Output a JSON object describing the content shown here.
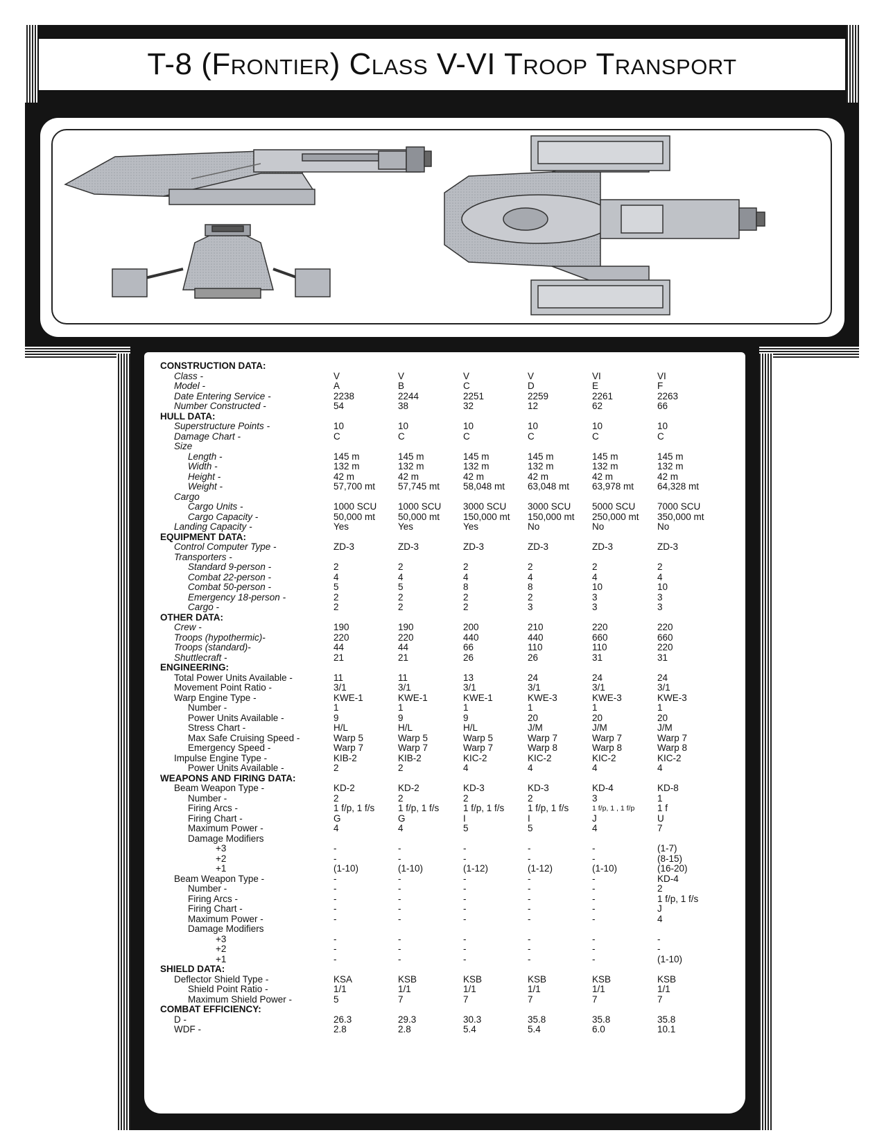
{
  "title": "T-8 (Frontier) Class V-VI Troop Transport",
  "sections": [
    {
      "heading": "CONSTRUCTION DATA:",
      "rows": [
        {
          "label": "Class -",
          "indent": 1,
          "italic": true,
          "values": [
            "V",
            "V",
            "V",
            "V",
            "VI",
            "VI"
          ]
        },
        {
          "label": "Model -",
          "indent": 1,
          "italic": true,
          "values": [
            "A",
            "B",
            "C",
            "D",
            "E",
            "F"
          ]
        },
        {
          "label": "Date Entering Service -",
          "indent": 1,
          "italic": true,
          "values": [
            "2238",
            "2244",
            "2251",
            "2259",
            "2261",
            "2263"
          ]
        },
        {
          "label": "Number Constructed -",
          "indent": 1,
          "italic": true,
          "values": [
            "54",
            "38",
            "32",
            "12",
            "62",
            "66"
          ]
        }
      ]
    },
    {
      "heading": "HULL DATA:",
      "rows": [
        {
          "label": "Superstructure Points -",
          "indent": 1,
          "italic": true,
          "values": [
            "10",
            "10",
            "10",
            "10",
            "10",
            "10"
          ]
        },
        {
          "label": "Damage Chart -",
          "indent": 1,
          "italic": true,
          "values": [
            "C",
            "C",
            "C",
            "C",
            "C",
            "C"
          ]
        },
        {
          "label": "Size",
          "indent": 1,
          "italic": true,
          "values": []
        },
        {
          "label": "Length -",
          "indent": 2,
          "italic": true,
          "values": [
            "145 m",
            "145 m",
            "145 m",
            "145 m",
            "145 m",
            "145 m"
          ]
        },
        {
          "label": "Width -",
          "indent": 2,
          "italic": true,
          "values": [
            "132 m",
            "132 m",
            "132 m",
            "132 m",
            "132 m",
            "132 m"
          ]
        },
        {
          "label": "Height -",
          "indent": 2,
          "italic": true,
          "values": [
            "42 m",
            "42 m",
            "42 m",
            "42 m",
            "42 m",
            "42 m"
          ]
        },
        {
          "label": "Weight -",
          "indent": 2,
          "italic": true,
          "values": [
            "57,700 mt",
            "57,745 mt",
            "58,048 mt",
            "63,048 mt",
            "63,978 mt",
            "64,328 mt"
          ]
        },
        {
          "label": "Cargo",
          "indent": 1,
          "italic": true,
          "values": []
        },
        {
          "label": "Cargo Units -",
          "indent": 2,
          "italic": true,
          "values": [
            "1000 SCU",
            "1000 SCU",
            "3000 SCU",
            "3000 SCU",
            "5000 SCU",
            "7000 SCU"
          ]
        },
        {
          "label": "Cargo Capacity -",
          "indent": 2,
          "italic": true,
          "values": [
            "50,000 mt",
            "50,000 mt",
            "150,000 mt",
            "150,000 mt",
            "250,000 mt",
            "350,000 mt"
          ]
        },
        {
          "label": "Landing Capacity -",
          "indent": 1,
          "italic": true,
          "values": [
            "Yes",
            "Yes",
            "Yes",
            "No",
            "No",
            "No"
          ]
        }
      ]
    },
    {
      "heading": "EQUIPMENT DATA:",
      "rows": [
        {
          "label": "Control Computer Type -",
          "indent": 1,
          "italic": true,
          "values": [
            "ZD-3",
            "ZD-3",
            "ZD-3",
            "ZD-3",
            "ZD-3",
            "ZD-3"
          ]
        },
        {
          "label": "Transporters -",
          "indent": 1,
          "italic": true,
          "values": []
        },
        {
          "label": "Standard 9-person -",
          "indent": 2,
          "italic": true,
          "values": [
            "2",
            "2",
            "2",
            "2",
            "2",
            "2"
          ]
        },
        {
          "label": "Combat 22-person -",
          "indent": 2,
          "italic": true,
          "values": [
            "4",
            "4",
            "4",
            "4",
            "4",
            "4"
          ]
        },
        {
          "label": "Combat 50-person -",
          "indent": 2,
          "italic": true,
          "values": [
            "5",
            "5",
            "8",
            "8",
            "10",
            "10"
          ]
        },
        {
          "label": "Emergency 18-person -",
          "indent": 2,
          "italic": true,
          "values": [
            "2",
            "2",
            "2",
            "2",
            "3",
            "3"
          ]
        },
        {
          "label": "Cargo -",
          "indent": 2,
          "italic": true,
          "values": [
            "2",
            "2",
            "2",
            "3",
            "3",
            "3"
          ]
        }
      ]
    },
    {
      "heading": "OTHER DATA:",
      "rows": [
        {
          "label": "Crew -",
          "indent": 1,
          "italic": true,
          "values": [
            "190",
            "190",
            "200",
            "210",
            "220",
            "220"
          ]
        },
        {
          "label": "Troops (hypothermic)-",
          "indent": 1,
          "italic": true,
          "values": [
            "220",
            "220",
            "440",
            "440",
            "660",
            "660"
          ]
        },
        {
          "label": "Troops (standard)-",
          "indent": 1,
          "italic": true,
          "values": [
            "44",
            "44",
            "66",
            "110",
            "110",
            "220"
          ]
        },
        {
          "label": "Shuttlecraft -",
          "indent": 1,
          "italic": true,
          "values": [
            "21",
            "21",
            "26",
            "26",
            "31",
            "31"
          ]
        }
      ]
    },
    {
      "heading": "ENGINEERING:",
      "rows": [
        {
          "label": "Total Power Units Available -",
          "indent": 1,
          "italic": false,
          "values": [
            "11",
            "11",
            "13",
            "24",
            "24",
            "24"
          ]
        },
        {
          "label": "Movement Point Ratio -",
          "indent": 1,
          "italic": false,
          "values": [
            "3/1",
            "3/1",
            "3/1",
            "3/1",
            "3/1",
            "3/1"
          ]
        },
        {
          "label": "Warp Engine Type -",
          "indent": 1,
          "italic": false,
          "values": [
            "KWE-1",
            "KWE-1",
            "KWE-1",
            "KWE-3",
            "KWE-3",
            "KWE-3"
          ]
        },
        {
          "label": "Number -",
          "indent": 2,
          "italic": false,
          "values": [
            "1",
            "1",
            "1",
            "1",
            "1",
            "1"
          ]
        },
        {
          "label": "Power Units Available -",
          "indent": 2,
          "italic": false,
          "values": [
            "9",
            "9",
            "9",
            "20",
            "20",
            "20"
          ]
        },
        {
          "label": "Stress Chart -",
          "indent": 2,
          "italic": false,
          "values": [
            "H/L",
            "H/L",
            "H/L",
            "J/M",
            "J/M",
            "J/M"
          ]
        },
        {
          "label": "Max Safe Cruising Speed -",
          "indent": 2,
          "italic": false,
          "values": [
            "Warp 5",
            "Warp 5",
            "Warp 5",
            "Warp 7",
            "Warp 7",
            "Warp 7"
          ]
        },
        {
          "label": "Emergency Speed -",
          "indent": 2,
          "italic": false,
          "values": [
            "Warp 7",
            "Warp 7",
            "Warp 7",
            "Warp 8",
            "Warp 8",
            "Warp 8"
          ]
        },
        {
          "label": "Impulse Engine Type -",
          "indent": 1,
          "italic": false,
          "values": [
            "KIB-2",
            "KIB-2",
            "KIC-2",
            "KIC-2",
            "KIC-2",
            "KIC-2"
          ]
        },
        {
          "label": "Power Units Available -",
          "indent": 2,
          "italic": false,
          "values": [
            "2",
            "2",
            "4",
            "4",
            "4",
            "4"
          ]
        }
      ]
    },
    {
      "heading": "WEAPONS AND FIRING DATA:",
      "rows": [
        {
          "label": "Beam Weapon Type -",
          "indent": 1,
          "italic": false,
          "values": [
            "KD-2",
            "KD-2",
            "KD-3",
            "KD-3",
            "KD-4",
            "KD-8"
          ]
        },
        {
          "label": "Number -",
          "indent": 2,
          "italic": false,
          "values": [
            "2",
            "2",
            "2",
            "2",
            "3",
            "1"
          ]
        },
        {
          "label": "Firing Arcs -",
          "indent": 2,
          "italic": false,
          "values": [
            "1 f/p, 1 f/s",
            "1 f/p, 1 f/s",
            "1 f/p, 1 f/s",
            "1 f/p, 1 f/s",
            "1 f/p, 1 , 1 f/p",
            "1 f"
          ]
        },
        {
          "label": "Firing Chart -",
          "indent": 2,
          "italic": false,
          "values": [
            "G",
            "G",
            "I",
            "I",
            "J",
            "U"
          ]
        },
        {
          "label": "Maximum Power -",
          "indent": 2,
          "italic": false,
          "values": [
            "4",
            "4",
            "5",
            "5",
            "4",
            "7"
          ]
        },
        {
          "label": "Damage Modifiers",
          "indent": 2,
          "italic": false,
          "values": []
        },
        {
          "label": "+3",
          "indent": 3,
          "italic": false,
          "values": [
            "-",
            "-",
            "-",
            "-",
            "-",
            "(1-7)"
          ]
        },
        {
          "label": "+2",
          "indent": 3,
          "italic": false,
          "values": [
            "-",
            "-",
            "-",
            "-",
            "-",
            "(8-15)"
          ]
        },
        {
          "label": "+1",
          "indent": 3,
          "italic": false,
          "values": [
            "(1-10)",
            "(1-10)",
            "(1-12)",
            "(1-12)",
            "(1-10)",
            "(16-20)"
          ]
        },
        {
          "label": "Beam Weapon Type -",
          "indent": 1,
          "italic": false,
          "values": [
            "-",
            "-",
            "-",
            "-",
            "-",
            "KD-4"
          ]
        },
        {
          "label": "Number -",
          "indent": 2,
          "italic": false,
          "values": [
            "-",
            "-",
            "-",
            "-",
            "-",
            "2"
          ]
        },
        {
          "label": "Firing Arcs -",
          "indent": 2,
          "italic": false,
          "values": [
            "-",
            "-",
            "-",
            "-",
            "-",
            "1 f/p, 1 f/s"
          ]
        },
        {
          "label": "Firing Chart -",
          "indent": 2,
          "italic": false,
          "values": [
            "-",
            "-",
            "-",
            "-",
            "-",
            "J"
          ]
        },
        {
          "label": "Maximum Power -",
          "indent": 2,
          "italic": false,
          "values": [
            "-",
            "-",
            "-",
            "-",
            "-",
            "4"
          ]
        },
        {
          "label": "Damage Modifiers",
          "indent": 2,
          "italic": false,
          "values": []
        },
        {
          "label": "+3",
          "indent": 3,
          "italic": false,
          "values": [
            "-",
            "-",
            "-",
            "-",
            "-",
            "-"
          ]
        },
        {
          "label": "+2",
          "indent": 3,
          "italic": false,
          "values": [
            "-",
            "-",
            "-",
            "-",
            "-",
            "-"
          ]
        },
        {
          "label": "+1",
          "indent": 3,
          "italic": false,
          "values": [
            "-",
            "-",
            "-",
            "-",
            "-",
            "(1-10)"
          ]
        }
      ]
    },
    {
      "heading": "SHIELD DATA:",
      "rows": [
        {
          "label": "Deflector Shield Type -",
          "indent": 1,
          "italic": false,
          "values": [
            "KSA",
            "KSB",
            "KSB",
            "KSB",
            "KSB",
            "KSB"
          ]
        },
        {
          "label": "Shield Point Ratio -",
          "indent": 2,
          "italic": false,
          "values": [
            "1/1",
            "1/1",
            "1/1",
            "1/1",
            "1/1",
            "1/1"
          ]
        },
        {
          "label": "Maximum Shield Power -",
          "indent": 2,
          "italic": false,
          "values": [
            "5",
            "7",
            "7",
            "7",
            "7",
            "7"
          ]
        }
      ]
    },
    {
      "heading": "COMBAT EFFICIENCY:",
      "rows": [
        {
          "label": "D -",
          "indent": 1,
          "italic": false,
          "values": [
            "26.3",
            "29.3",
            "30.3",
            "35.8",
            "35.8",
            "35.8"
          ]
        },
        {
          "label": "WDF -",
          "indent": 1,
          "italic": false,
          "values": [
            "2.8",
            "2.8",
            "5.4",
            "5.4",
            "6.0",
            "10.1"
          ]
        }
      ]
    }
  ]
}
